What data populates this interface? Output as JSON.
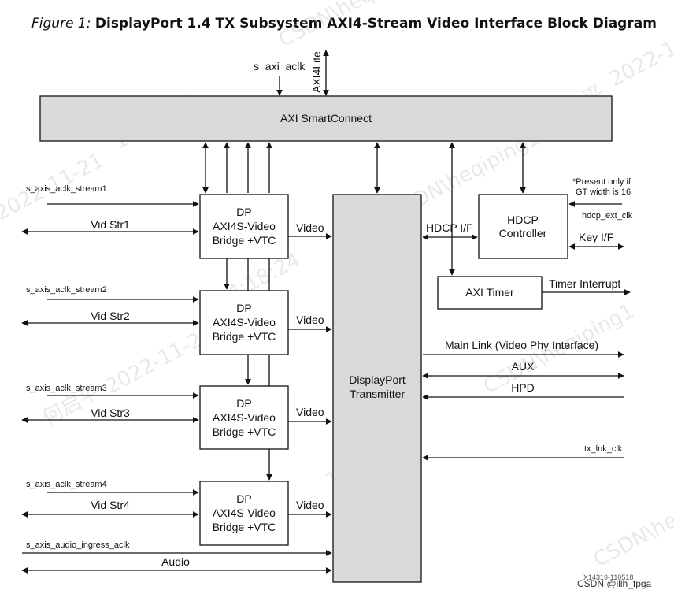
{
  "title": {
    "prefix": "Figure 1:",
    "text": "DisplayPort 1.4 TX Subsystem AXI4-Stream Video Interface Block Diagram"
  },
  "blocks": {
    "smartconnect": "AXI SmartConnect",
    "bridge": [
      "DP",
      "AXI4S-Video",
      "Bridge +VTC"
    ],
    "transmitter": [
      "DisplayPort",
      "Transmitter"
    ],
    "hdcp": [
      "HDCP",
      "Controller"
    ],
    "timer": "AXI Timer"
  },
  "signals": {
    "s_axi_aclk": "s_axi_aclk",
    "axi4lite": "AXI4Lite",
    "streams": [
      {
        "clk": "s_axis_aclk_stream1",
        "vid": "Vid Str1",
        "out": "Video"
      },
      {
        "clk": "s_axis_aclk_stream2",
        "vid": "Vid Str2",
        "out": "Video"
      },
      {
        "clk": "s_axis_aclk_stream3",
        "vid": "Vid Str3",
        "out": "Video"
      },
      {
        "clk": "s_axis_aclk_stream4",
        "vid": "Vid Str4",
        "out": "Video"
      }
    ],
    "audio_clk": "s_axis_audio_ingress_aclk",
    "audio": "Audio",
    "hdcp_if": "HDCP I/F",
    "note": [
      "*Present only if",
      "GT width is 16"
    ],
    "hdcp_ext_clk": "hdcp_ext_clk",
    "key_if": "Key I/F",
    "timer_interrupt": "Timer Interrupt",
    "main_link": "Main Link (Video Phy Interface)",
    "aux": "AUX",
    "hpd": "HPD",
    "tx_lnk_clk": "tx_lnk_clk"
  },
  "footer": {
    "doc_id": "X14319-110518",
    "credit": "CSDN @lllh_fpga"
  },
  "watermarks": [
    "CSDN\\heqiping1",
    "2022-11-21",
    "14:18:24",
    "何启平"
  ]
}
